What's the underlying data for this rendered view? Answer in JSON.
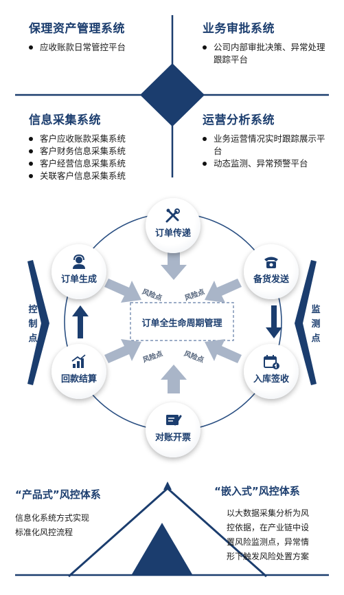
{
  "top_left": {
    "title": "保理资产管理系统",
    "items": [
      "应收账款日常管控平台"
    ]
  },
  "top_right": {
    "title": "业务审批系统",
    "items": [
      "公司内部审批决策、异常处理跟踪平台"
    ]
  },
  "mid_left": {
    "title": "信息采集系统",
    "items": [
      "客户应收账款采集系统",
      "客户财务信息采集系统",
      "客户经营信息采集系统",
      "关联客户信息采集系统"
    ]
  },
  "mid_right": {
    "title": "运营分析系统",
    "items": [
      "业务运营情况实时跟踪展示平台",
      "动态监测、异常预警平台"
    ]
  },
  "cycle": {
    "center": "订单全生命周期管理",
    "nodes": {
      "top": {
        "label": "订单传递",
        "icon": "tools-icon"
      },
      "upper_right": {
        "label": "备货发送",
        "icon": "telephone-icon"
      },
      "lower_right": {
        "label": "入库签收",
        "icon": "calendar-icon"
      },
      "bottom": {
        "label": "对账开票",
        "icon": "invoice-icon"
      },
      "lower_left": {
        "label": "回款结算",
        "icon": "growth-chart-icon"
      },
      "upper_left": {
        "label": "订单生成",
        "icon": "customer-service-icon"
      }
    },
    "risk_point": "风险点"
  },
  "side_left": "控制点",
  "side_right": "监测点",
  "bottom_left": {
    "title": "“产品式”风控体系",
    "lines": [
      "信息化系统方式实现",
      "标准化风控流程"
    ]
  },
  "bottom_right": {
    "title": "“嵌入式”风控体系",
    "lines": [
      "以大数据采集分析为风",
      "控依据，在产业链中设",
      "置风险监测点，异常情",
      "形下触发风险处置方案"
    ]
  },
  "colors": {
    "navy": "#1b3d6e",
    "arrow_gray": "#a9b5c8"
  }
}
